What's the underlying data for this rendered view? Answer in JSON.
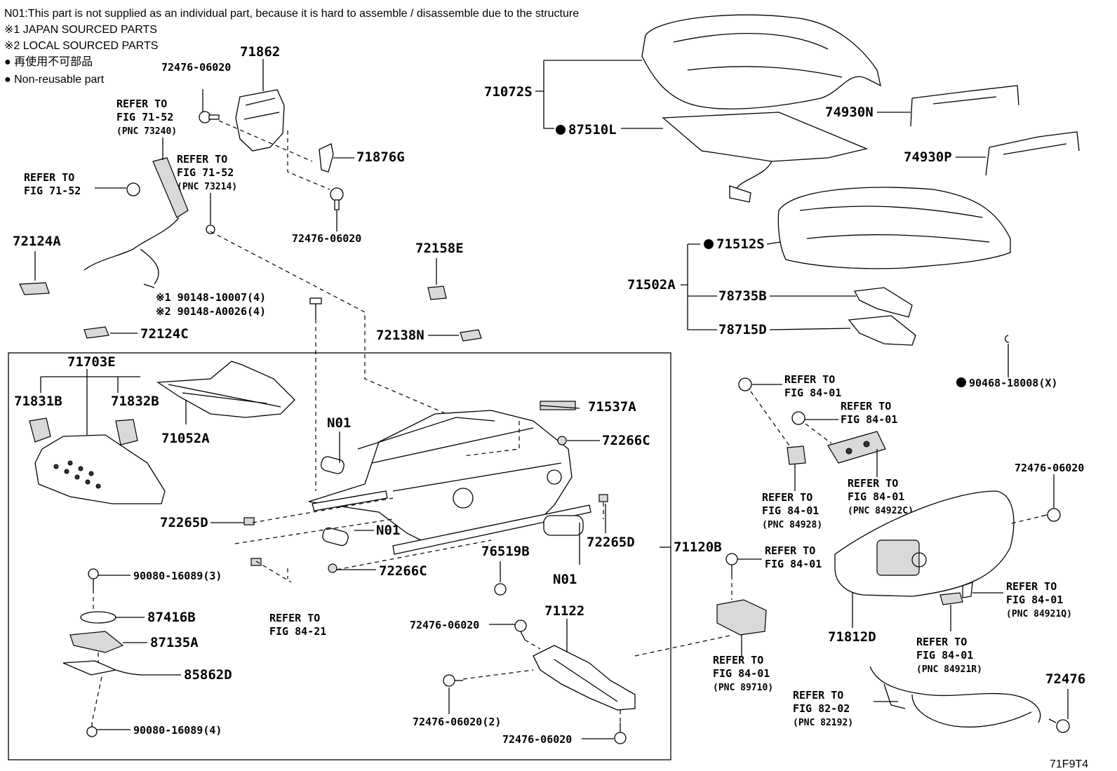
{
  "notes": {
    "n01": "N01:This part is not supplied as an individual part, because it is hard to assemble / disassemble due to the structure",
    "jp": "※1 JAPAN SOURCED PARTS",
    "local": "※2 LOCAL SOURCED PARTS",
    "nonreuse_jp": "● 再使用不可部品",
    "nonreuse_en": "● Non-reusable part"
  },
  "figure_id": "71F9T4",
  "labels": {
    "l71862": "71862",
    "l72476_06020_a": "72476-06020",
    "ref1a": "REFER TO",
    "ref1b": "FIG 71-52",
    "ref1c": "(PNC 73240)",
    "ref2a": "REFER TO",
    "ref2b": "FIG 71-52",
    "ref2c": "(PNC 73214)",
    "ref3a": "REFER TO",
    "ref3b": "FIG 71-52",
    "l71876G": "71876G",
    "l72476_06020_b": "72476-06020",
    "l72124A": "72124A",
    "l72158E": "72158E",
    "bolt1": "※1 90148-10007(4)",
    "bolt2": "※2 90148-A0026(4)",
    "l72124C": "72124C",
    "l72138N": "72138N",
    "l71072S": "71072S",
    "l87510L": "87510L",
    "l74930N": "74930N",
    "l74930P": "74930P",
    "l71512S": "71512S",
    "l71502A": "71502A",
    "l78735B": "78735B",
    "l78715D": "78715D",
    "l90468": "90468-18008(X)",
    "l71703E": "71703E",
    "l71831B": "71831B",
    "l71832B": "71832B",
    "l71052A": "71052A",
    "n01_a": "N01",
    "l71537A": "71537A",
    "l72266C_a": "72266C",
    "l72265D_a": "72265D",
    "n01_b": "N01",
    "l72265D_b": "72265D",
    "l76519B": "76519B",
    "l72266C_b": "72266C",
    "n01_c": "N01",
    "l71120B": "71120B",
    "l90080_3": "90080-16089(3)",
    "l87416B": "87416B",
    "l87135A": "87135A",
    "l85862D": "85862D",
    "l90080_4": "90080-16089(4)",
    "ref4a": "REFER TO",
    "ref4b": "FIG 84-21",
    "l71122": "71122",
    "l72476_06020_c": "72476-06020",
    "l72476_06020_2": "72476-06020(2)",
    "l72476_06020_d": "72476-06020",
    "ref5a": "REFER TO",
    "ref5b": "FIG 84-01",
    "ref6a": "REFER TO",
    "ref6b": "FIG 84-01",
    "ref7a": "REFER TO",
    "ref7b": "FIG 84-01",
    "ref7c": "(PNC 84928)",
    "ref8a": "REFER TO",
    "ref8b": "FIG 84-01",
    "ref8c": "(PNC 84922C)",
    "l72476_06020_e": "72476-06020",
    "ref9a": "REFER TO",
    "ref9b": "FIG 84-01",
    "ref10a": "REFER TO",
    "ref10b": "FIG 84-01",
    "ref10c": "(PNC 84921Q)",
    "l71812D": "71812D",
    "ref11a": "REFER TO",
    "ref11b": "FIG 84-01",
    "ref11c": "(PNC 84921R)",
    "ref12a": "REFER TO",
    "ref12b": "FIG 84-01",
    "ref12c": "(PNC 89710)",
    "ref13a": "REFER TO",
    "ref13b": "FIG 82-02",
    "ref13c": "(PNC 82192)",
    "l72476": "72476"
  }
}
